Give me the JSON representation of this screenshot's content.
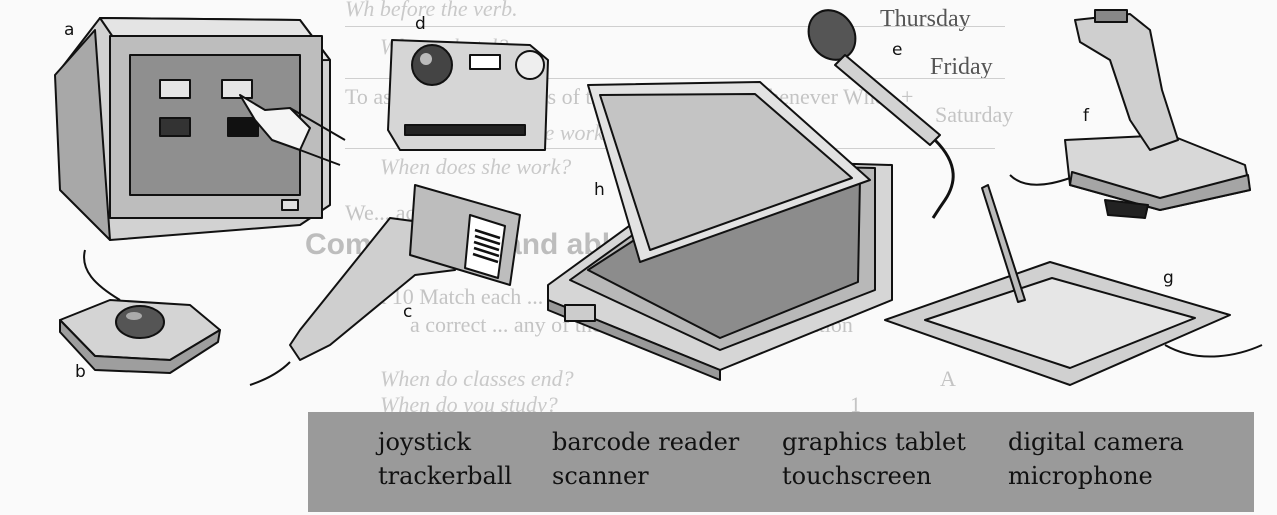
{
  "background_text": {
    "line1": "Wh before the verb.",
    "line2": "Thursday",
    "line3": "Wh    ... a hotel?",
    "line4": "Friday",
    "line5": "To ask about other parts of the statement, use Whenever When +",
    "line6": "Saturday",
    "line7": "she work?",
    "line8": "When does she work?",
    "line9": "We... actions",
    "heading": "Comparing ... and abbreviations",
    "line10": "Task 10 Match each ... with the abbreviations ... from column",
    "line11": "a correct ... any of these terms are ... interpretation",
    "line12": "When do classes end?",
    "line13": "When do you study?",
    "line14": "A",
    "line15": "1"
  },
  "labels": {
    "a": "a",
    "b": "b",
    "c": "c",
    "d": "d",
    "e": "e",
    "f": "f",
    "g": "g",
    "h": "h"
  },
  "word_box": {
    "row1": [
      "joystick",
      "barcode reader",
      "graphics tablet",
      "digital camera"
    ],
    "row2": [
      "trackerball",
      "scanner",
      "touchscreen",
      "microphone"
    ]
  }
}
